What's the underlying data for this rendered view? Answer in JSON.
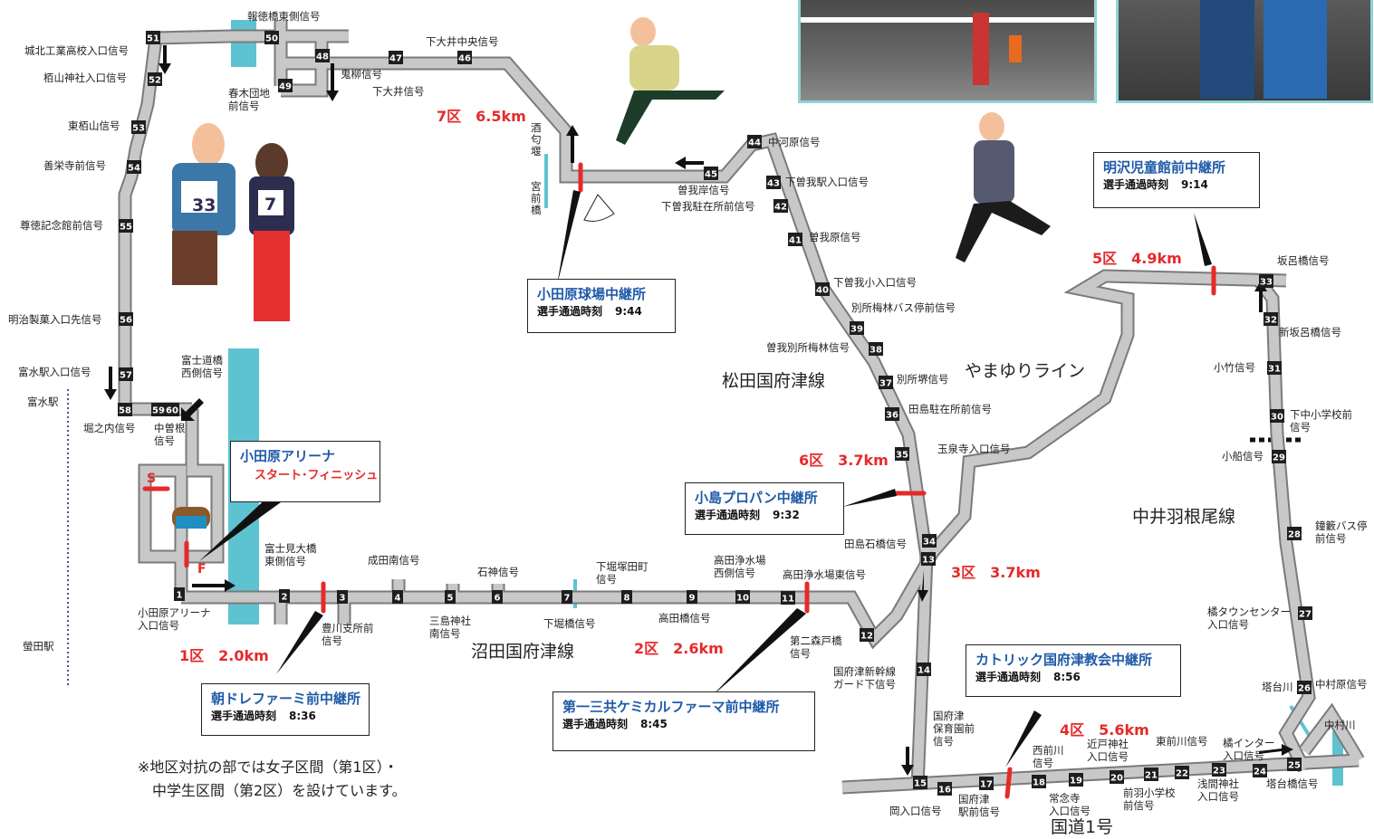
{
  "legs": [
    {
      "id": "leg1",
      "label": "1区　2.0km"
    },
    {
      "id": "leg2",
      "label": "2区　2.6km"
    },
    {
      "id": "leg3",
      "label": "3区　3.7km"
    },
    {
      "id": "leg4",
      "label": "4区　5.6km"
    },
    {
      "id": "leg5",
      "label": "5区　4.9km"
    },
    {
      "id": "leg6",
      "label": "6区　3.7km"
    },
    {
      "id": "leg7",
      "label": "7区　6.5km"
    }
  ],
  "relay_points": [
    {
      "id": "arena",
      "title": "小田原アリーナ",
      "subtitle": "スタート･フィニッシュ"
    },
    {
      "id": "asadore",
      "title": "朝ドレファーミ前中継所",
      "time_label": "選手通過時刻",
      "time": "8:36"
    },
    {
      "id": "daiichi",
      "title": "第一三共ケミカルファーマ前中継所",
      "time_label": "選手通過時刻",
      "time": "8:45"
    },
    {
      "id": "catholic",
      "title": "カトリック国府津教会中継所",
      "time_label": "選手通過時刻",
      "time": "8:56"
    },
    {
      "id": "kojima",
      "title": "小島プロパン中継所",
      "time_label": "選手通過時刻",
      "time": "9:32"
    },
    {
      "id": "meisawa",
      "title": "明沢児童館前中継所",
      "time_label": "選手通過時刻",
      "time": "9:14"
    },
    {
      "id": "stadium",
      "title": "小田原球場中継所",
      "time_label": "選手通過時刻",
      "time": "9:44"
    }
  ],
  "start_marker": "S",
  "finish_marker": "F",
  "road_names": [
    "沼田国府津線",
    "国道1号",
    "中井羽根尾線",
    "やまゆりライン",
    "松田国府津線"
  ],
  "stations": [
    "富水駅",
    "螢田駅"
  ],
  "rivers": [
    "塔台川",
    "中村川"
  ],
  "signals": [
    "小田原アリーナ入口信号",
    "富士見大橋東側信号",
    "豊川支所前信号",
    "成田南信号",
    "三島神社南信号",
    "石神信号",
    "下堀塚田町信号",
    "下堀橋信号",
    "高田橋信号",
    "高田浄水場西側信号",
    "高田浄水場東信号",
    "第二森戸橋信号",
    "国府津新幹線ガード下信号",
    "国府津保育園前信号",
    "岡入口信号",
    "国府津駅前信号",
    "西前川信号",
    "常念寺入口信号",
    "近戸神社入口信号",
    "前羽小学校前信号",
    "東前川信号",
    "浅間神社入口信号",
    "橋インター入口信号",
    "塔台橋信号",
    "中村原信号",
    "橘タウンセンター入口信号",
    "鐘籔バス停前信号",
    "小船信号",
    "下中小学校前信号",
    "小竹信号",
    "新坂呂橋信号",
    "坂呂橋信号",
    "玉泉寺入口信号",
    "田島石橋信号",
    "田島駐在所前信号",
    "別所堺信号",
    "曽我別所梅林信号",
    "別所梅林バス停前信号",
    "下曽我小入口信号",
    "曽我原信号",
    "下曽我駐在所前信号",
    "下曽我駅入口信号",
    "中河原信号",
    "曽我岸信号",
    "酒匂堰",
    "宮前橋",
    "下大井中央信号",
    "下大井信号",
    "鬼柳信号",
    "春木団地前信号",
    "報徳橋東側信号",
    "城北工業高校入口信号",
    "栢山神社入口信号",
    "東栢山信号",
    "善栄寺前信号",
    "尊徳記念館前信号",
    "明治製菓入口先信号",
    "富水駅入口信号",
    "堀之内信号",
    "中曽根信号",
    "富士道橋西側信号"
  ],
  "markers": [
    "1",
    "2",
    "3",
    "4",
    "5",
    "6",
    "7",
    "8",
    "9",
    "10",
    "11",
    "12",
    "13",
    "14",
    "15",
    "16",
    "17",
    "18",
    "19",
    "20",
    "21",
    "22",
    "23",
    "24",
    "25",
    "26",
    "27",
    "28",
    "29",
    "30",
    "31",
    "32",
    "33",
    "34",
    "35",
    "36",
    "37",
    "38",
    "39",
    "40",
    "41",
    "42",
    "43",
    "44",
    "45",
    "46",
    "47",
    "48",
    "49",
    "50",
    "51",
    "52",
    "53",
    "54",
    "55",
    "56",
    "57",
    "58",
    "59",
    "60"
  ],
  "bibs": [
    "33",
    "7"
  ],
  "note_lines": [
    "※地区対抗の部では女子区間（第1区）・",
    "中学生区間（第2区）を設けています。"
  ],
  "colors": {
    "road_outline": "#7a7a7a",
    "road_fill": "#c8c8c8",
    "river": "#5ec3d1",
    "relay_title": "#1f5aa8",
    "leg": "#e52a2a",
    "photo_border": "#8fd3d6"
  }
}
